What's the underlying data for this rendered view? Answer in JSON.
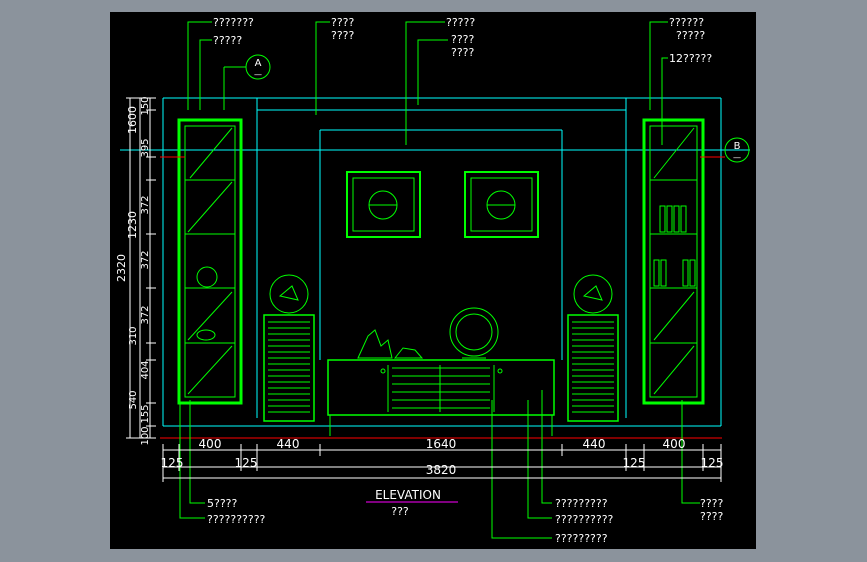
{
  "colors": {
    "background": "#8b939c",
    "drawing_area": "#000000",
    "line_green": "#00ff00",
    "line_cyan": "#00ffff",
    "line_red": "#ff0000",
    "line_magenta": "#ff00ff",
    "line_white": "#ffffff",
    "text": "#ffffff"
  },
  "title": {
    "main": "ELEVATION",
    "sub": "???"
  },
  "section_markers": {
    "a": "A",
    "b": "B",
    "a_sub": "—",
    "b_sub": "—"
  },
  "callouts_top": {
    "c1": "???????",
    "c2": "?????",
    "c3_line1": "????",
    "c3_line2": "????",
    "c4": "?????",
    "c5_line1": "????",
    "c5_line2": "????",
    "c6": "??????",
    "c7": "?????",
    "c8": "12?????"
  },
  "callouts_bottom": {
    "b1": "5????",
    "b2": "??????????",
    "b3": "?????????",
    "b4": "??????????",
    "b5": "?????????",
    "b6_line1": "????",
    "b6_line2": "????"
  },
  "dims_left": {
    "total": "2320",
    "d1": "1600",
    "d2": "1230",
    "d3": "150",
    "d4": "395",
    "d5": "372",
    "d6": "372",
    "d7": "372",
    "d8": "310",
    "d9": "404",
    "d10": "540",
    "d11": "155",
    "d12": "100"
  },
  "dims_bottom": {
    "row1": [
      "400",
      "440",
      "1640",
      "440",
      "400"
    ],
    "row2": [
      "125",
      "125",
      "125",
      "125"
    ],
    "total": "3820"
  }
}
